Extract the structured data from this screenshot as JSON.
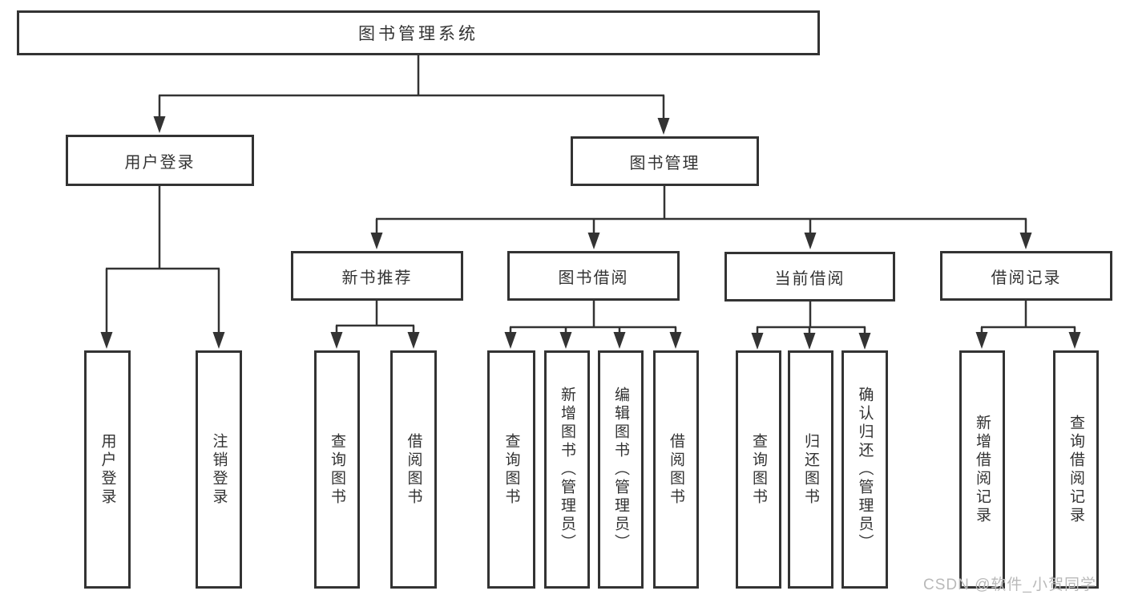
{
  "diagram": {
    "title": "图书管理系统",
    "type": "tree",
    "hierarchy": {
      "图书管理系统": {
        "用户登录": [
          "用户登录",
          "注销登录"
        ],
        "图书管理": {
          "新书推荐": [
            "查询图书",
            "借阅图书"
          ],
          "图书借阅": [
            "查询图书",
            "新增图书（管理员）",
            "编辑图书（管理员）",
            "借阅图书"
          ],
          "当前借阅": [
            "查询图书",
            "归还图书",
            "确认归还（管理员）"
          ],
          "借阅记录": [
            "新增借阅记录",
            "查询借阅记录"
          ]
        }
      }
    }
  },
  "nodes": {
    "root": "图书管理系统",
    "user_login": "用户登录",
    "book_mgmt": "图书管理",
    "new_book_rec": "新书推荐",
    "book_borrow": "图书借阅",
    "current_borrow": "当前借阅",
    "borrow_records": "借阅记录",
    "leaf_user_login": "用户登录",
    "leaf_logout": "注销登录",
    "leaf_query_book_1": "查询图书",
    "leaf_borrow_book_1": "借阅图书",
    "leaf_query_book_2": "查询图书",
    "leaf_add_book": "新增图书（管理员）",
    "leaf_edit_book": "编辑图书（管理员）",
    "leaf_borrow_book_2": "借阅图书",
    "leaf_query_book_3": "查询图书",
    "leaf_return_book": "归还图书",
    "leaf_confirm_return": "确认归还（管理员）",
    "leaf_add_record": "新增借阅记录",
    "leaf_query_record": "查询借阅记录"
  },
  "watermark": {
    "text": "CSDN @软件_小贺同学",
    "color": "#b9b9b9"
  },
  "colors": {
    "line": "#333333",
    "box_border": "#333333",
    "text": "#333333",
    "background": "#ffffff"
  }
}
